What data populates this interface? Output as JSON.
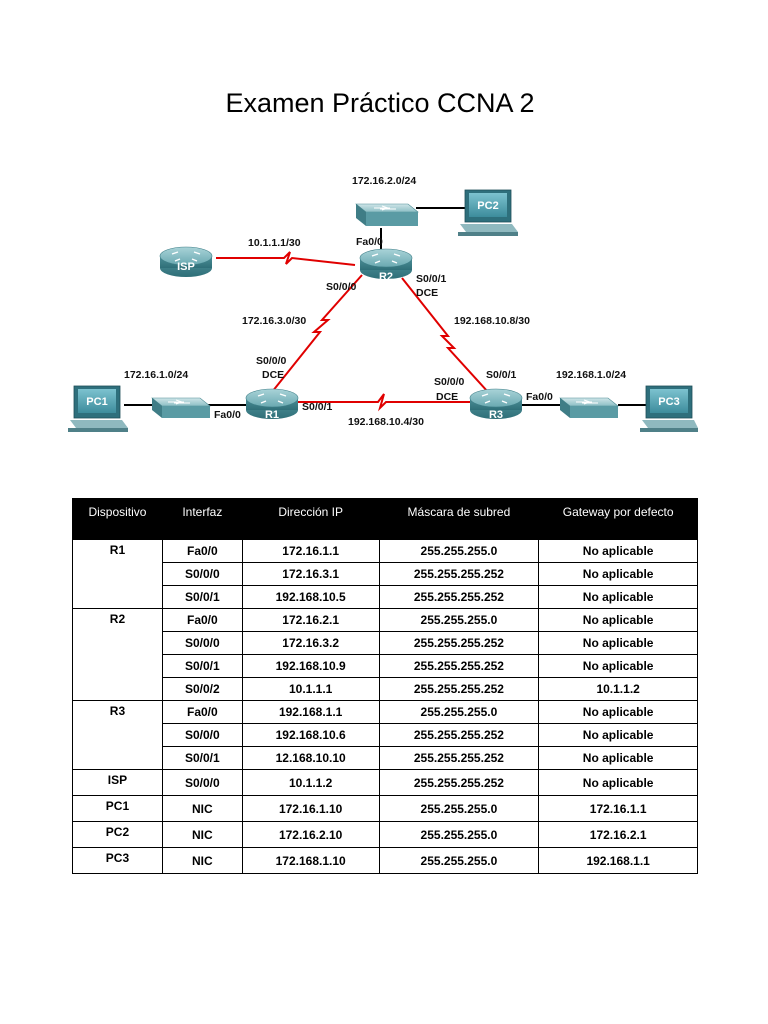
{
  "title": "Examen Práctico CCNA 2",
  "topology": {
    "devices": {
      "isp": "ISP",
      "r1": "R1",
      "r2": "R2",
      "r3": "R3",
      "pc1": "PC1",
      "pc2": "PC2",
      "pc3": "PC3"
    },
    "labels": {
      "net_isp_r2": "10.1.1.1/30",
      "net_lan_r2": "172.16.2.0/24",
      "net_r1_r2": "172.16.3.0/30",
      "net_r2_r3": "192.168.10.8/30",
      "net_lan_r1": "172.16.1.0/24",
      "net_lan_r3": "192.168.1.0/24",
      "net_r1_r3": "192.168.10.4/30",
      "r2_fa00": "Fa0/0",
      "r2_s000": "S0/0/0",
      "r2_s001": "S0/0/1",
      "r2_dce": "DCE",
      "r1_s000": "S0/0/0",
      "r1_dce": "DCE",
      "r1_fa00": "Fa0/0",
      "r1_s001": "S0/0/1",
      "r3_s000": "S0/0/0",
      "r3_dce": "DCE",
      "r3_s001": "S0/0/1",
      "r3_fa00": "Fa0/0"
    },
    "colors": {
      "serial_link": "#e00000",
      "ethernet_link": "#000000",
      "router_body": "#5f9ea6",
      "switch_body": "#6ea6ad",
      "pc_screen": "#4f9fb0"
    }
  },
  "table": {
    "headers": [
      "Dispositivo",
      "Interfaz",
      "Dirección IP",
      "Máscara de subred",
      "Gateway por defecto"
    ],
    "groups": [
      {
        "device": "R1",
        "rows": [
          [
            "Fa0/0",
            "172.16.1.1",
            "255.255.255.0",
            "No aplicable"
          ],
          [
            "S0/0/0",
            "172.16.3.1",
            "255.255.255.252",
            "No aplicable"
          ],
          [
            "S0/0/1",
            "192.168.10.5",
            "255.255.255.252",
            "No aplicable"
          ]
        ]
      },
      {
        "device": "R2",
        "rows": [
          [
            "Fa0/0",
            "172.16.2.1",
            "255.255.255.0",
            "No aplicable"
          ],
          [
            "S0/0/0",
            "172.16.3.2",
            "255.255.255.252",
            "No aplicable"
          ],
          [
            "S0/0/1",
            "192.168.10.9",
            "255.255.255.252",
            "No aplicable"
          ],
          [
            "S0/0/2",
            "10.1.1.1",
            "255.255.255.252",
            "10.1.1.2"
          ]
        ]
      },
      {
        "device": "R3",
        "rows": [
          [
            "Fa0/0",
            "192.168.1.1",
            "255.255.255.0",
            "No aplicable"
          ],
          [
            "S0/0/0",
            "192.168.10.6",
            "255.255.255.252",
            "No aplicable"
          ],
          [
            "S0/0/1",
            "12.168.10.10",
            "255.255.255.252",
            "No aplicable"
          ]
        ]
      },
      {
        "device": "ISP",
        "rows": [
          [
            "S0/0/0",
            "10.1.1.2",
            "255.255.255.252",
            "No aplicable"
          ]
        ]
      },
      {
        "device": "PC1",
        "rows": [
          [
            "NIC",
            "172.16.1.10",
            "255.255.255.0",
            "172.16.1.1"
          ]
        ]
      },
      {
        "device": "PC2",
        "rows": [
          [
            "NIC",
            "172.16.2.10",
            "255.255.255.0",
            "172.16.2.1"
          ]
        ]
      },
      {
        "device": "PC3",
        "rows": [
          [
            "NIC",
            "172.168.1.10",
            "255.255.255.0",
            "192.168.1.1"
          ]
        ]
      }
    ]
  }
}
